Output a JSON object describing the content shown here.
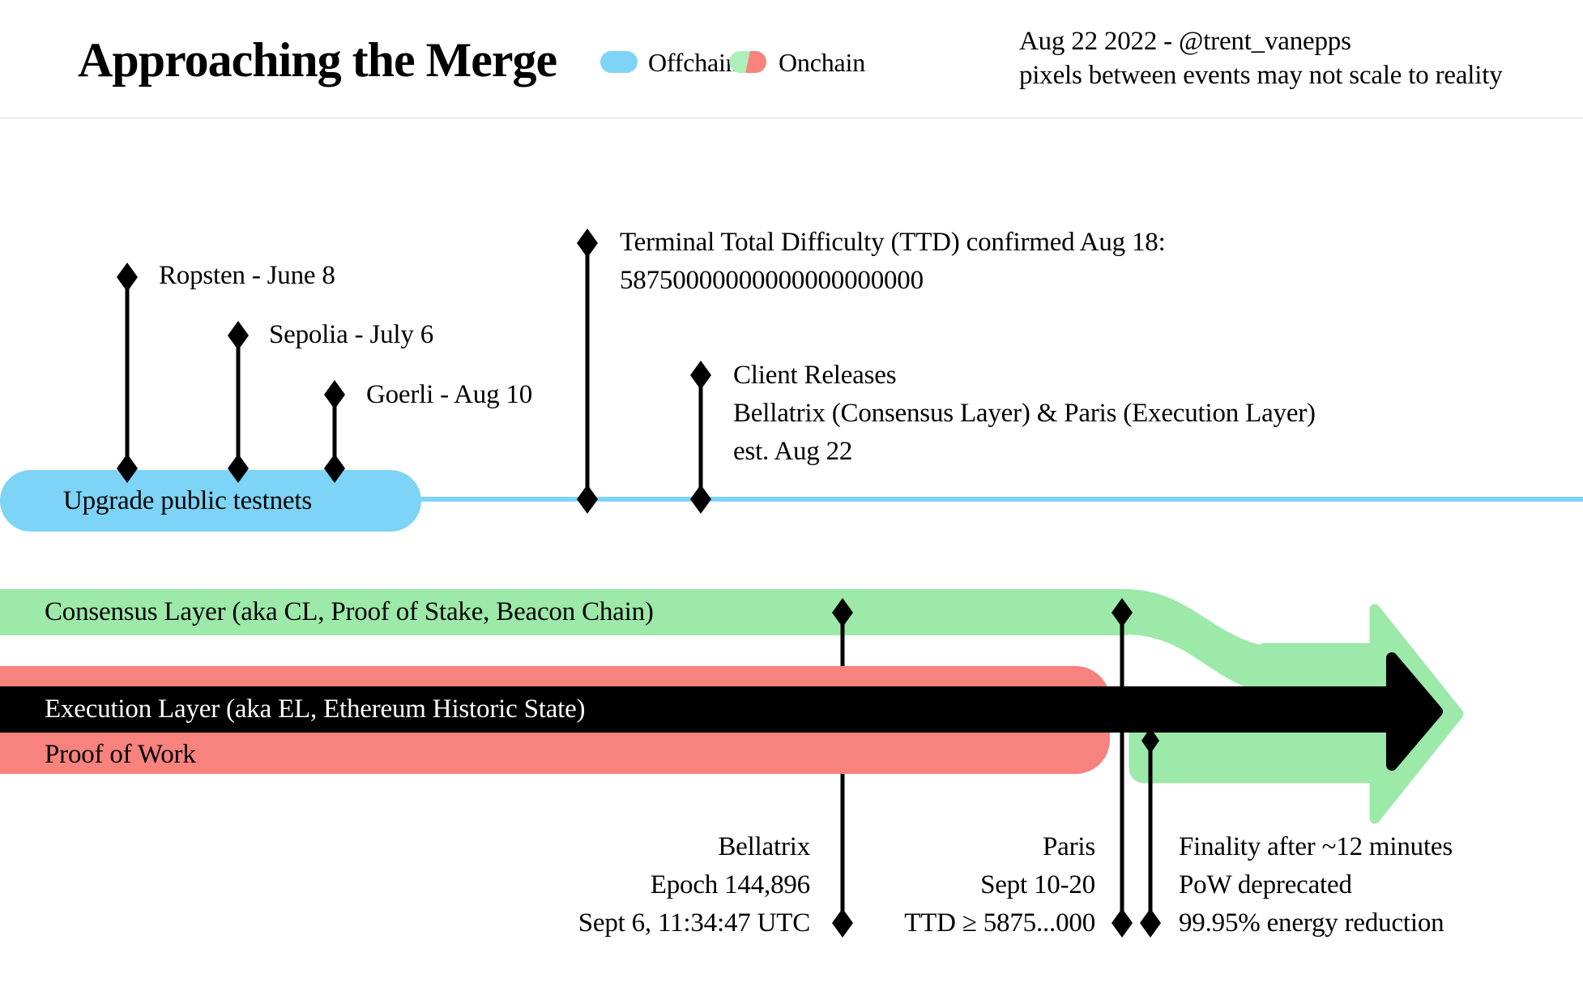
{
  "header": {
    "title": "Approaching the Merge",
    "legend": {
      "offchain": "Offchain",
      "onchain": "Onchain"
    },
    "attribution": [
      "Aug 22 2022 - @trent_vanepps",
      "pixels between events may not scale to reality"
    ]
  },
  "colors": {
    "offchain_blue": "#7dd4f6",
    "onchain_green": "#9ce9a9",
    "onchain_red": "#f8827d",
    "marker_black": "#000000"
  },
  "bars": {
    "testnets": "Upgrade public testnets",
    "consensus": "Consensus Layer (aka CL, Proof of Stake, Beacon Chain)",
    "execution": "Execution Layer (aka EL, Ethereum Historic State)",
    "pow": "Proof of Work"
  },
  "events": {
    "ropsten": "Ropsten - June 8",
    "sepolia": "Sepolia - July 6",
    "goerli": "Goerli - Aug 10",
    "ttd": [
      "Terminal Total Difficulty (TTD) confirmed Aug 18:",
      "58750000000000000000000"
    ],
    "client_releases": [
      "Client Releases",
      "Bellatrix (Consensus Layer) & Paris (Execution Layer)",
      "est. Aug 22"
    ],
    "bellatrix": [
      "Bellatrix",
      "Epoch 144,896",
      "Sept 6, 11:34:47 UTC"
    ],
    "paris": [
      "Paris",
      "Sept 10-20",
      "TTD ≥ 5875...000"
    ],
    "finality": [
      "Finality after ~12 minutes",
      "PoW deprecated",
      "99.95% energy reduction"
    ]
  }
}
